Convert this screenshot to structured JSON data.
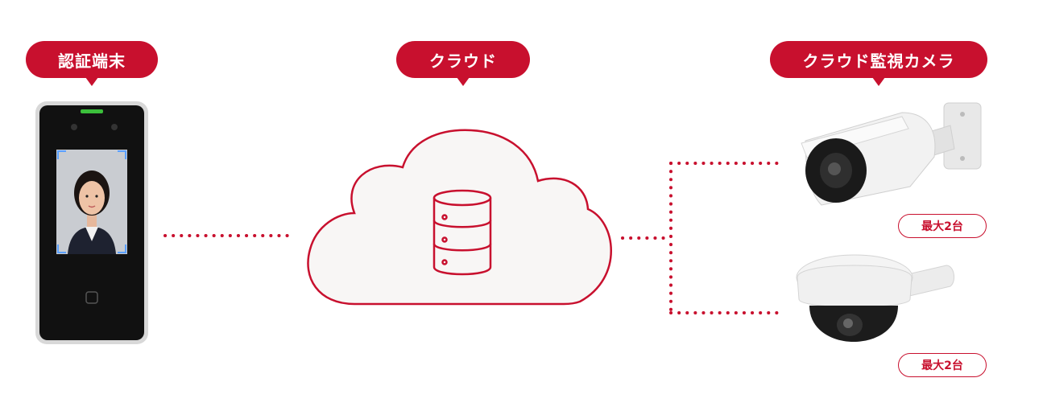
{
  "labels": {
    "device": "認証端末",
    "cloud": "クラウド",
    "camera": "クラウド監視カメラ"
  },
  "badges": {
    "bullet_camera": "最大2台",
    "dome_camera": "最大2台"
  },
  "colors": {
    "accent": "#c8102e",
    "cloud_fill": "#f8f6f5"
  }
}
